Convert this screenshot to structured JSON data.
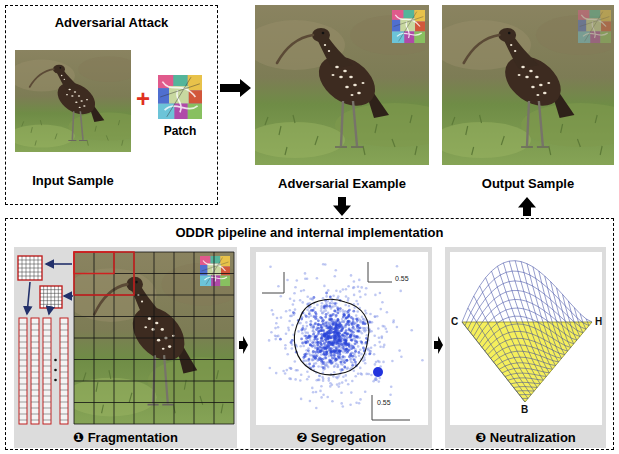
{
  "diagram": {
    "nodes": [
      {
        "text": [
          "Adversarial Attack"
        ]
      },
      {
        "text": [
          "Input Sample"
        ],
        "in": 0
      },
      {
        "text": [
          "Patch"
        ],
        "in": 0
      },
      {
        "text": [
          "Adversarial Example"
        ]
      },
      {
        "text": [
          "Output Sample"
        ]
      },
      {
        "text": [
          "ODDR pipeline and internal implementation"
        ]
      },
      {
        "text": [
          "❶ Fragmentation"
        ],
        "in": 5
      },
      {
        "text": [
          "❷ Segregation"
        ],
        "in": 5
      },
      {
        "text": [
          "❸ Neutralization"
        ],
        "in": 5
      }
    ],
    "edges": [
      {
        "from": 0,
        "to": 3,
        "arrow": "to"
      },
      {
        "from": 3,
        "to": 5,
        "arrow": "to"
      },
      {
        "from": 5,
        "to": 4,
        "arrow": "to"
      },
      {
        "from": 6,
        "to": 7,
        "arrow": "to"
      },
      {
        "from": 7,
        "to": 8,
        "arrow": "to"
      }
    ],
    "labels": [
      "+",
      "0.55",
      "0.55",
      "C",
      "H",
      "B"
    ]
  }
}
